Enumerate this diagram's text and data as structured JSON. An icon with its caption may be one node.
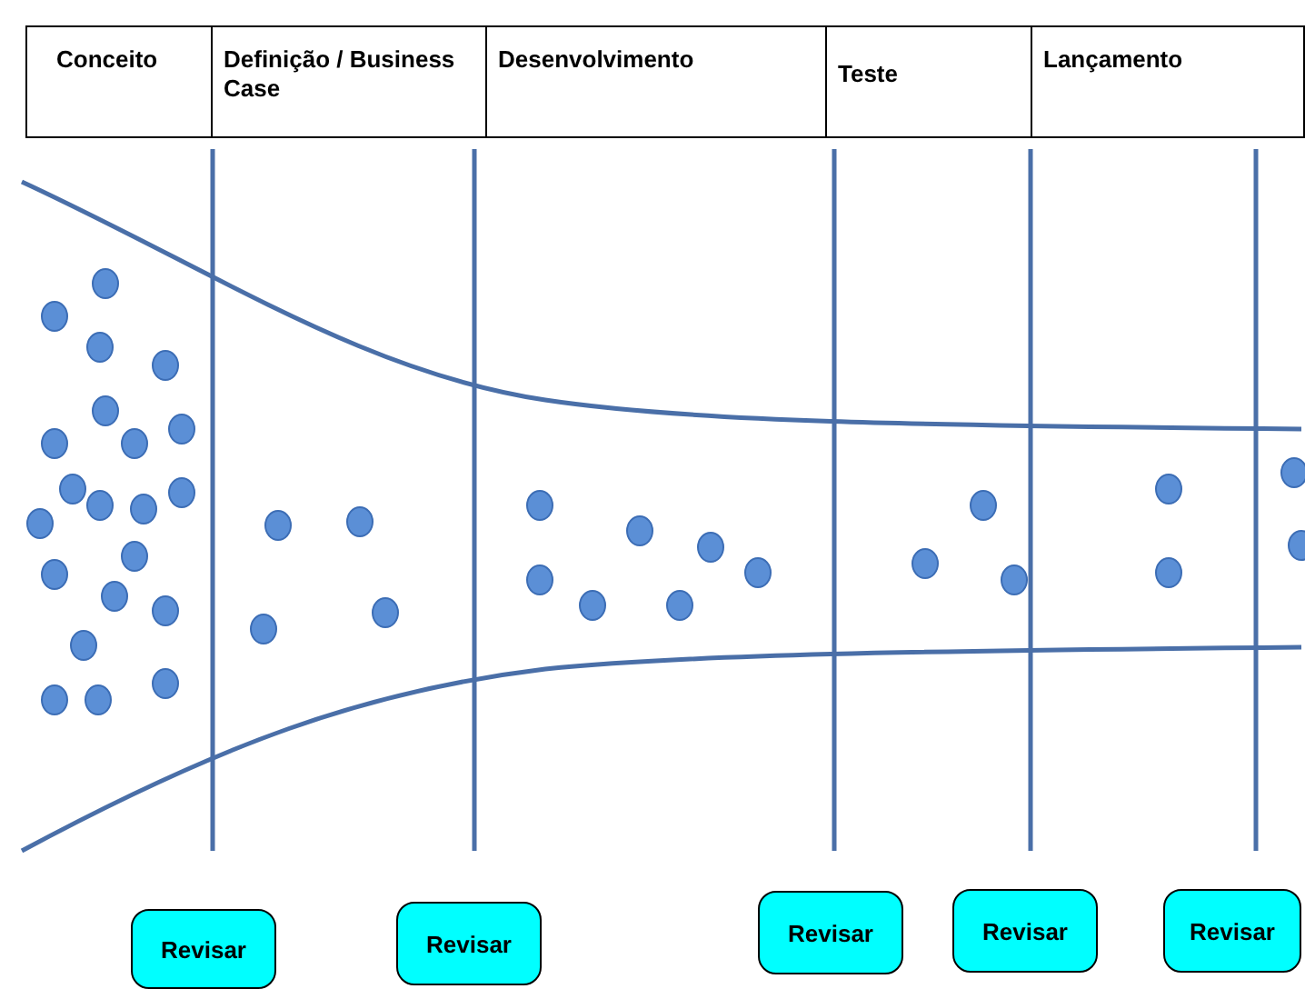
{
  "diagram": {
    "nodes": [
      {
        "text": [
          "Revisar"
        ]
      },
      {
        "text": [
          "Revisar"
        ]
      },
      {
        "text": [
          "Revisar"
        ]
      },
      {
        "text": [
          "Revisar"
        ]
      },
      {
        "text": [
          "Revisar"
        ]
      }
    ],
    "labels": [
      "Conceito",
      "Definição / Business Case",
      "Desenvolvimento",
      "Teste",
      "Lançamento"
    ]
  }
}
